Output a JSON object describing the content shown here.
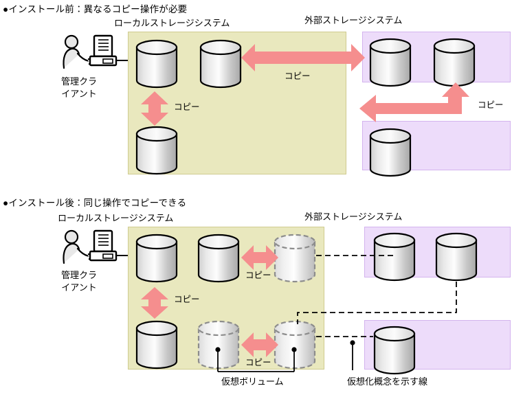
{
  "colors": {
    "local_panel_fill": "#e9e8be",
    "local_panel_border": "#cfcb8f",
    "external_panel_fill": "#eddcfa",
    "external_panel_border": "#d3b3ee",
    "arrow_fill": "#f58e8e",
    "cylinder_outline": "#000000",
    "virtual_cylinder_outline": "#8c8c8c",
    "dashed_line": "#000000",
    "text": "#000000"
  },
  "sections": {
    "before": {
      "title": "●インストール前：異なるコピー操作が必要",
      "local_label": "ローカルストレージシステム",
      "external_label": "外部ストレージシステム",
      "client_label_line1": "管理クラ",
      "client_label_line2": "イアント",
      "copy_vertical": "コピー",
      "copy_horizontal": "コピー",
      "copy_elbow": "コピー"
    },
    "after": {
      "title": "●インストール後：同じ操作でコピーできる",
      "local_label": "ローカルストレージシステム",
      "external_label": "外部ストレージシステム",
      "client_label_line1": "管理クラ",
      "client_label_line2": "イアント",
      "copy_vertical": "コピー",
      "copy_top_horizontal": "コピー",
      "copy_bottom_horizontal": "コピー",
      "caption_virtual_volume": "仮想ボリューム",
      "caption_virtualization_line": "仮想化概念を示す線"
    }
  },
  "icons": {
    "client": "admin-client-icon",
    "cylinder": "storage-cylinder-icon",
    "virtual_cylinder": "virtual-storage-cylinder-icon",
    "arrow_double": "double-headed-arrow-icon",
    "arrow_elbow": "elbow-double-arrow-icon",
    "dashed_connector": "dashed-connector-line"
  }
}
